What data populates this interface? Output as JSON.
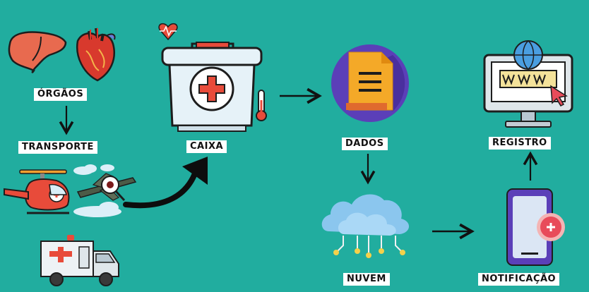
{
  "diagram": {
    "background_color": "#21ad9f",
    "labels": {
      "orgaos": "ÓRGÃOS",
      "transporte": "TRANSPORTE",
      "caixa": "CAIXA",
      "dados": "DADOS",
      "nuvem": "NUVEM",
      "notificacao": "NOTIFICAÇÃO",
      "registro": "REGISTRO"
    },
    "icons": [
      "liver-icon",
      "heart-icon",
      "medical-cooler-icon",
      "thermometer-icon",
      "heartbeat-icon",
      "document-icon",
      "cloud-network-icon",
      "smartphone-notification-icon",
      "web-monitor-icon",
      "helicopter-icon",
      "drone-icon",
      "ambulance-icon"
    ]
  }
}
